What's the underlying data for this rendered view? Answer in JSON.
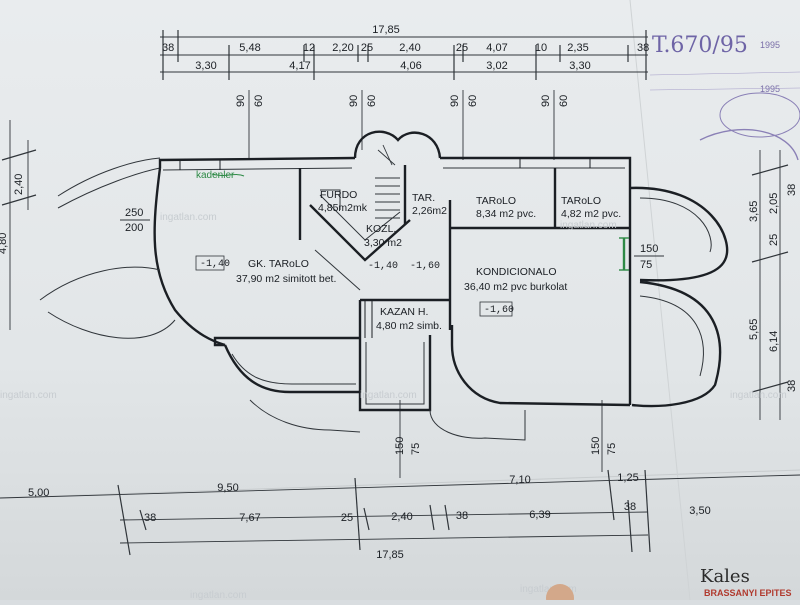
{
  "top_dims": {
    "overall": "17,85",
    "row1": [
      "38",
      "5,48",
      "12",
      "2,20",
      "25",
      "2,40",
      "25",
      "4,07",
      "10",
      "2,35",
      "38"
    ],
    "row2": [
      "3,30",
      "4,17",
      "4,06",
      "3,02",
      "3,30"
    ],
    "vertical": [
      "90",
      "60",
      "90",
      "60",
      "90",
      "60",
      "90",
      "60"
    ]
  },
  "left_dims": [
    "2,40",
    "4,80",
    "250",
    "200"
  ],
  "right_dims": [
    "3,65",
    "2,05",
    "25",
    "38",
    "5,65",
    "6,14",
    "38"
  ],
  "bottom_dims": {
    "row1": [
      "5,00",
      "9,50",
      "7,10",
      "1,25",
      "3,50"
    ],
    "row2": [
      "38",
      "7,67",
      "25",
      "2,40",
      "38",
      "6,39",
      "38"
    ],
    "overall": "17,85",
    "vertical": [
      "150",
      "75",
      "150",
      "75"
    ]
  },
  "rooms": [
    {
      "name": "GK. TARoLO",
      "detail": "37,90 m2 simitott bet."
    },
    {
      "name": "KONDICIONALO",
      "detail": "36,40 m2 pvc burkolat"
    },
    {
      "name": "TARoLO",
      "detail": "8,34 m2 pvc."
    },
    {
      "name": "TARoLO",
      "detail": "4,82 m2 pvc."
    },
    {
      "name": "KAZAN H.",
      "detail": "4,80 m2 simb."
    },
    {
      "name": "FURDO",
      "detail": "4,85m2mk"
    },
    {
      "name": "TAR.",
      "detail": "2,26m2"
    },
    {
      "name": "KOZL.",
      "detail": "3,30 m2"
    }
  ],
  "levels": [
    "-1,40",
    "-1,60",
    "-1,60",
    "-1,40"
  ],
  "window_marks": [
    "150",
    "75"
  ],
  "green_note": "kadenler",
  "stamp": {
    "handwritten": "T.670/95",
    "year": "1995",
    "code": "1995"
  },
  "watermark": "ingatlan.com",
  "signature": "Kales",
  "stamp_footer": "BRASSANYI EPITES"
}
